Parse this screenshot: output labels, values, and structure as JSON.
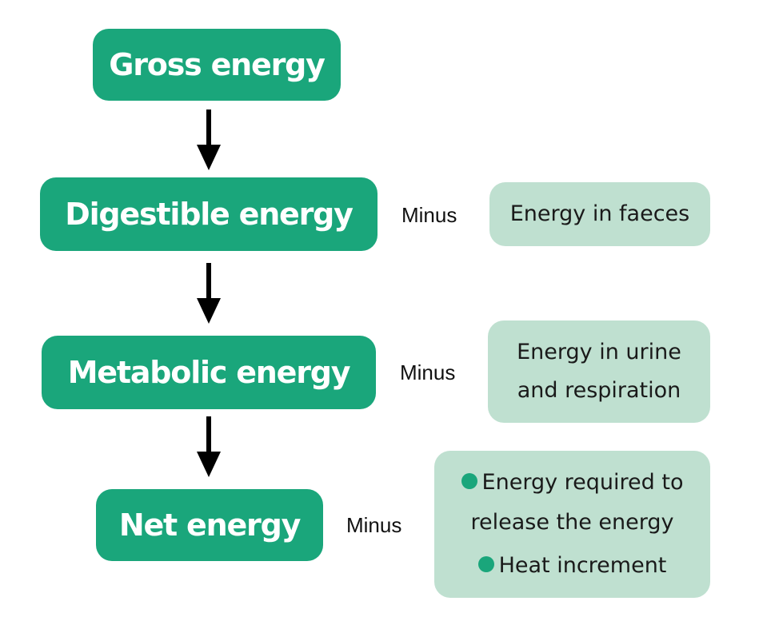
{
  "nodes": {
    "gross": "Gross energy",
    "digestible": "Digestible energy",
    "metabolic": "Metabolic energy",
    "net": "Net energy"
  },
  "minus_label": "Minus",
  "losses": {
    "faeces": "Energy in faeces",
    "urine_line1": "Energy in urine",
    "urine_line2": "and respiration",
    "net_item1_line1": "Energy required to",
    "net_item1_line2": "release the energy",
    "net_item2": "Heat increment"
  },
  "colors": {
    "primary": "#1aa67b",
    "secondary": "#bfe0d0",
    "arrow": "#000000"
  }
}
